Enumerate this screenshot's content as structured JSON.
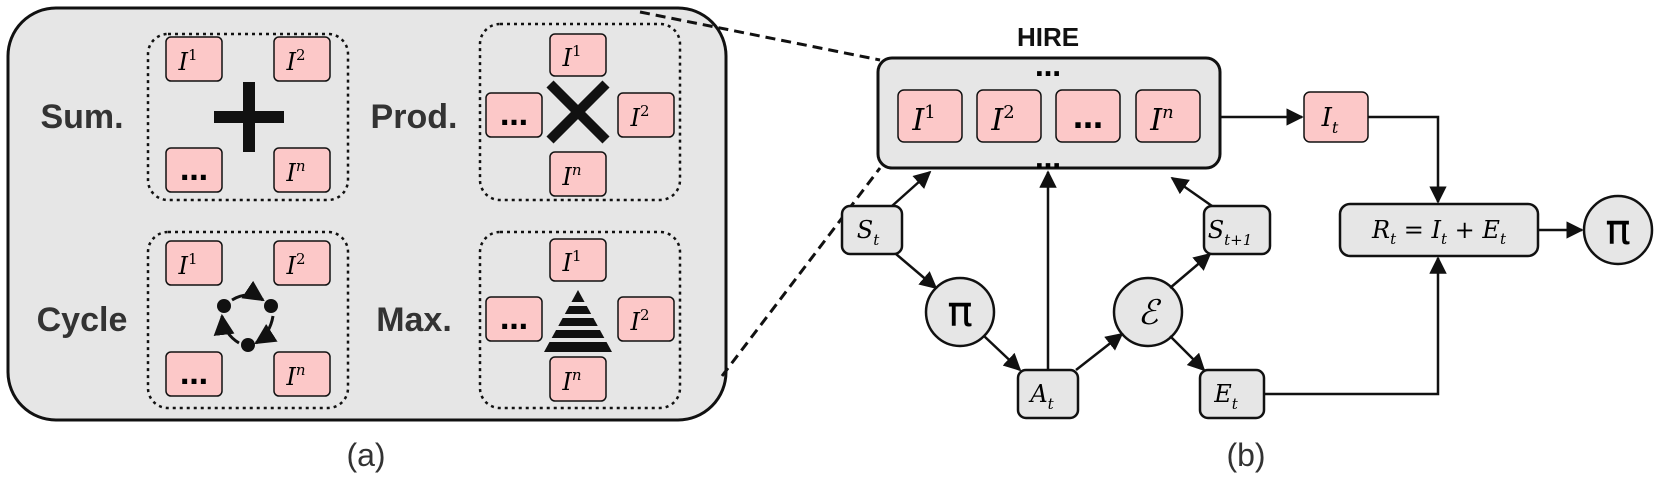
{
  "colors": {
    "panel_fill": "#e6e6e6",
    "reward_fill": "#fcc8c8",
    "stroke": "#111111",
    "text_dark": "#333333"
  },
  "panel_a": {
    "caption": "(a)",
    "groups": [
      {
        "label": "Sum.",
        "symbol": "plus-icon",
        "items": [
          "I^1",
          "I^2",
          "…",
          "I^n"
        ]
      },
      {
        "label": "Prod.",
        "symbol": "times-icon",
        "items": [
          "I^1",
          "…",
          "I^2",
          "I^n"
        ]
      },
      {
        "label": "Cycle",
        "symbol": "cycle-icon",
        "items": [
          "I^1",
          "I^2",
          "…",
          "I^n"
        ]
      },
      {
        "label": "Max.",
        "symbol": "pyramid-icon",
        "items": [
          "I^1",
          "…",
          "I^2",
          "I^n"
        ]
      }
    ]
  },
  "panel_b": {
    "caption": "(b)",
    "hire": {
      "title": "HIRE",
      "dots": "…",
      "items": [
        "I^1",
        "I^2",
        "…",
        "I^n"
      ]
    },
    "nodes": {
      "state": "S_t",
      "next_state": "S_{t+1}",
      "policy": "π",
      "action": "A_t",
      "env": "ℰ",
      "extrinsic": "E_t",
      "intrinsic": "I_t",
      "reward": "R_t = I_t + E_t",
      "policy_out": "π"
    }
  }
}
